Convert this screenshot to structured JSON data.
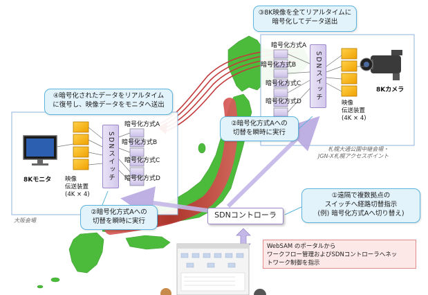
{
  "callouts": {
    "c3": [
      "③8K映像を全てリアルタイムに",
      "暗号化してデータ送出"
    ],
    "c4": [
      "④暗号化されたデータをリアルタイム",
      "に復号し、映像データをモニタへ送出"
    ],
    "c2_right": [
      "②暗号化方式Aへの",
      "切替を瞬時に実行"
    ],
    "c2_left": [
      "②暗号化方式Aへの",
      "切替を瞬時に実行"
    ],
    "c1": [
      "①遠隔で複数拠点の",
      "スイッチへ経路切替指示",
      "(例) 暗号化方式Aへ切り替え)"
    ]
  },
  "sapporo": {
    "site_label": [
      "札幌大通公園中継会場・",
      "JGN-X札幌アクセスポイント"
    ],
    "encryption": [
      "暗号化方式A",
      "暗号化方式B",
      "暗号化方式C",
      "暗号化方式D"
    ],
    "switch_label": "SDNスイッチ",
    "device": [
      "映像",
      "伝送装置",
      "(4K × 4)"
    ],
    "camera_label": "8Kカメラ"
  },
  "osaka": {
    "site_label": "大阪会場",
    "encryption": [
      "暗号化方式A",
      "暗号化方式B",
      "暗号化方式C",
      "暗号化方式D"
    ],
    "switch_label": "SDNスイッチ",
    "device": [
      "映像",
      "伝送装置",
      "(4K × 4)"
    ],
    "monitor_label": "8Kモニタ"
  },
  "controller": {
    "label": "SDNコントローラ"
  },
  "websam": {
    "lines": [
      "WebSAM のポータルから",
      "ワークフロー管理およびSDNコントローラへネッ",
      "トワーク制御を指示"
    ]
  },
  "colors": {
    "callout_border": "#5ab4dc",
    "callout_fill": "#e3f3fb",
    "map_green": "#4cbb3c",
    "route_red": "#c23a3a",
    "switch_purple": "#9a86c8"
  }
}
